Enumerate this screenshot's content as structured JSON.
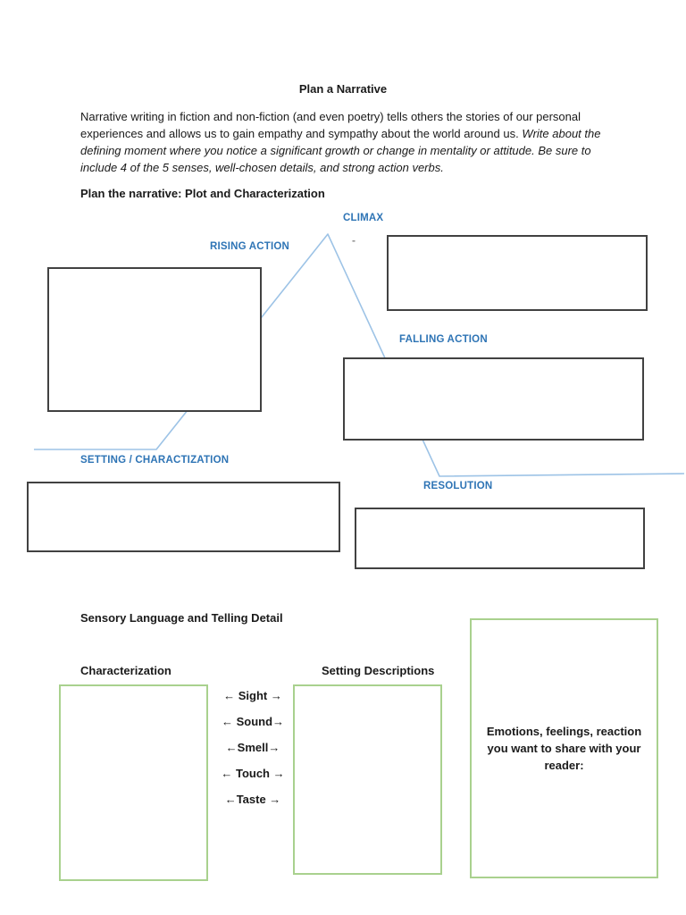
{
  "page": {
    "title": "Plan a Narrative",
    "intro_regular": "Narrative writing in fiction and non-fiction (and even poetry) tells others the stories of our personal experiences and allows us to gain empathy and sympathy about the world around us. ",
    "intro_italic": "Write about the defining moment where you notice a significant growth or change in mentality or attitude. Be sure to include 4 of the 5 senses, well-chosen details, and strong action verbs.",
    "plot_section_heading": "Plan the narrative: Plot and Characterization",
    "sensory_section_heading": "Sensory Language and Telling Detail"
  },
  "plot_diagram": {
    "labels": {
      "climax": "CLIMAX",
      "rising": "RISING ACTION",
      "falling": "FALLING ACTION",
      "setting": "SETTING / CHARACTIZATION",
      "resolution": "RESOLUTION"
    },
    "stray_mark": "-",
    "label_color": "#2E74B5",
    "line_color": "#9DC3E6"
  },
  "sensory": {
    "characterization_label": "Characterization",
    "setting_label": "Setting Descriptions",
    "senses": [
      "← Sight →",
      "← Sound→",
      "←Smell→",
      "← Touch →",
      "←Taste →"
    ],
    "emotions_text": "Emotions, feelings, reaction you want to share with your reader:",
    "green_border_color": "#A9D18E"
  }
}
